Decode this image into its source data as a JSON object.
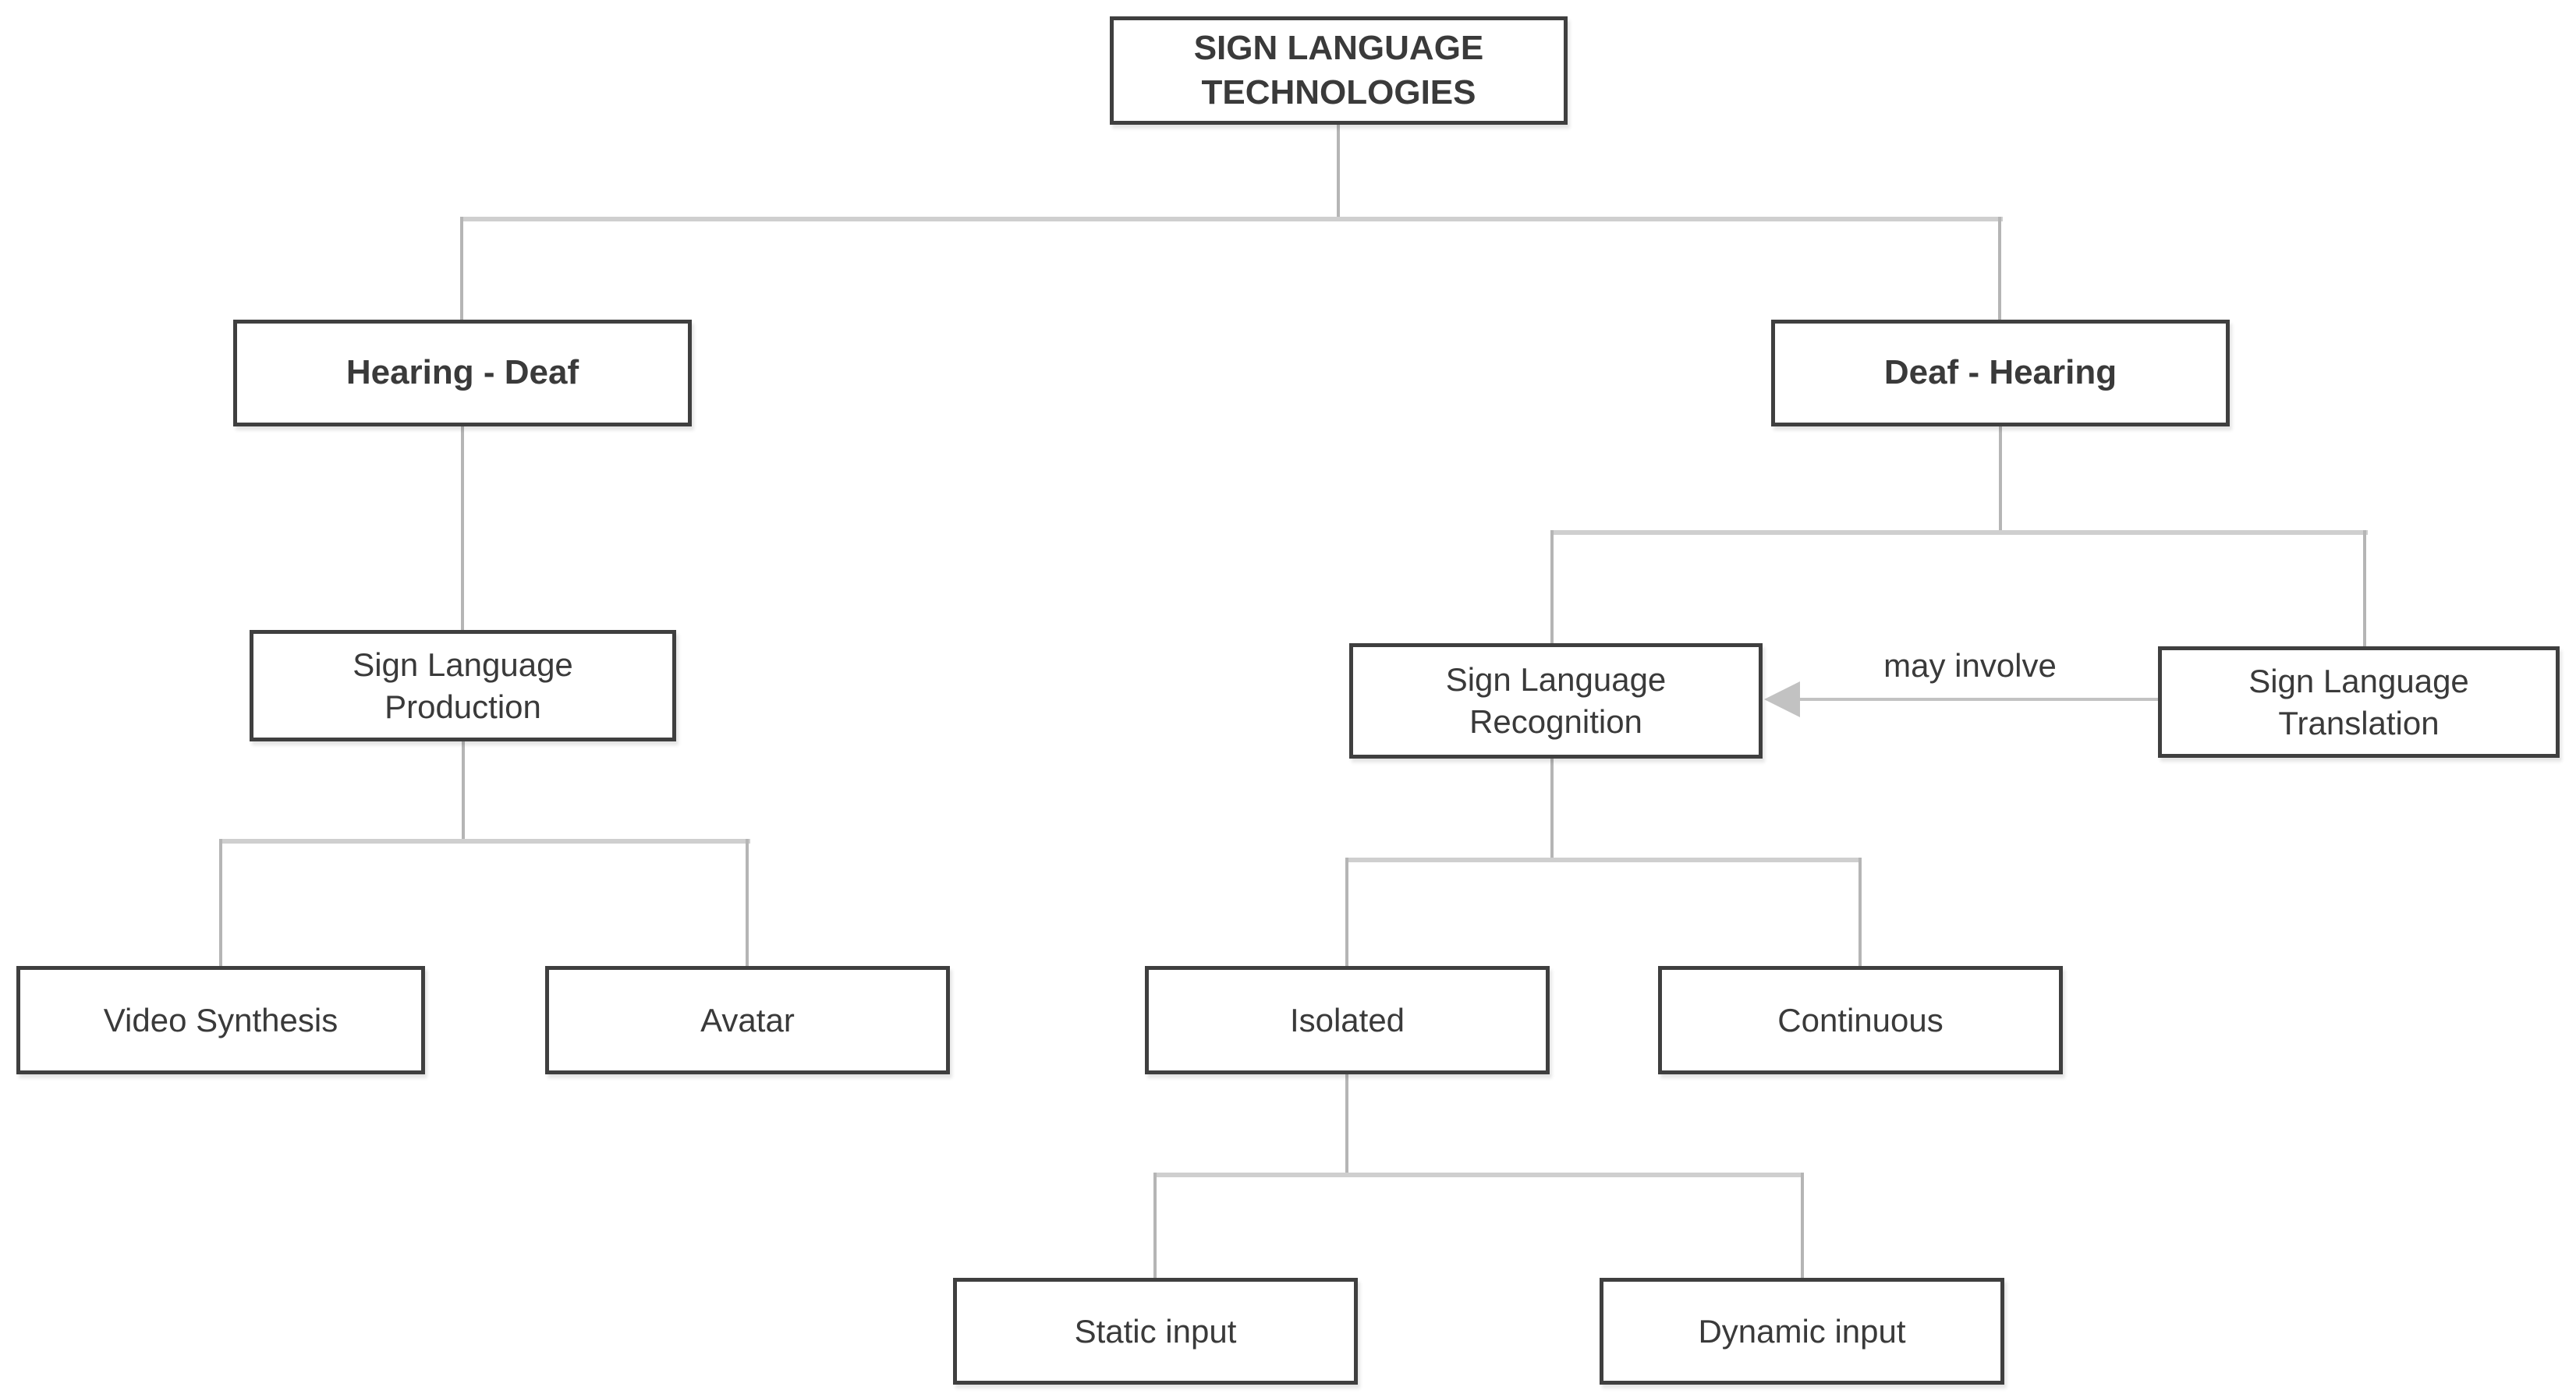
{
  "diagram": {
    "root": {
      "label": "SIGN LANGUAGE TECHNOLOGIES"
    },
    "nodes": {
      "hearing_deaf": {
        "label": "Hearing - Deaf"
      },
      "deaf_hearing": {
        "label": "Deaf - Hearing"
      },
      "production": {
        "label": "Sign Language Production"
      },
      "recognition": {
        "label": "Sign Language Recognition"
      },
      "translation": {
        "label": "Sign Language Translation"
      },
      "video_synthesis": {
        "label": "Video Synthesis"
      },
      "avatar": {
        "label": "Avatar"
      },
      "isolated": {
        "label": "Isolated"
      },
      "continuous": {
        "label": "Continuous"
      },
      "static_input": {
        "label": "Static input"
      },
      "dynamic_input": {
        "label": "Dynamic input"
      }
    },
    "edges": {
      "may_involve": {
        "label": "may involve"
      }
    },
    "colors": {
      "background": "#ffffff",
      "box_border": "#3f3f3f",
      "box_text": "#3a3a3a",
      "connector_vertical": "#b5b5b5",
      "connector_horizontal": "#cfcfcf",
      "arrow": "#c2c2c2"
    }
  }
}
